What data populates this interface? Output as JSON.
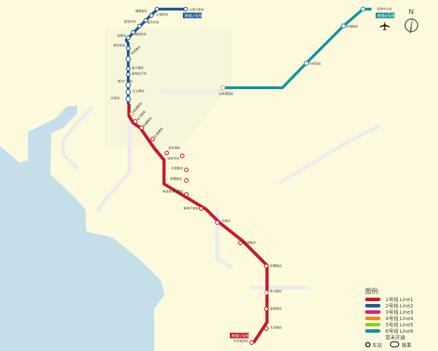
{
  "colors": {
    "land": "#fdf9dc",
    "water": "#c5dfea",
    "line1": "#c8182c",
    "line2": "#1d5b9a",
    "line3": "#e4197f",
    "line4": "#ef8a1a",
    "line5": "#8cd022",
    "line6": "#16949a",
    "planned": "#ebebeb"
  },
  "compass": {
    "label": "N"
  },
  "line_badges": {
    "line1": "地铁1号线",
    "line2": "地铁2号线",
    "line6": "地铁6号线"
  },
  "lines": {
    "line2": {
      "stations": [
        "火车汽车站",
        "火车西站",
        "福建省站",
        "溪头村站",
        "盘龙村站",
        "福绒坊站",
        "金星站",
        "科达路站",
        "联合桥站",
        "省小楼站",
        "省林业厅站",
        "新口广场站",
        "沙上景站",
        "吉龙站"
      ]
    },
    "line1": {
      "stations": [
        "新盛路站",
        "长兴路站",
        "白露路站",
        "红星路站",
        "龙花湖站",
        "城东村站",
        "开发路站",
        "星象路站",
        "新发老博物馆站",
        "新城汽车站",
        "天南站",
        "体育路站",
        "双景路站",
        "新火路站",
        "温泉路站",
        "大学城站",
        "大学城西站"
      ]
    },
    "line6": {
      "stations": [
        "沿岸浦西站",
        "大桥西站",
        "机场路站",
        "机场中心站"
      ]
    }
  },
  "legend": {
    "title": "图例:",
    "items": [
      {
        "label": "1号线 Line1",
        "color": "#c8182c"
      },
      {
        "label": "2号线 Line2",
        "color": "#1d5b9a"
      },
      {
        "label": "3号线 Line3",
        "color": "#e4197f"
      },
      {
        "label": "4号线 Line4",
        "color": "#ef8a1a"
      },
      {
        "label": "5号线 Line5",
        "color": "#8cd022"
      },
      {
        "label": "6号线 Line6",
        "color": "#16949a"
      }
    ],
    "planned_label": "暂未开通",
    "station_label": "车站",
    "transfer_label": "换乘"
  }
}
